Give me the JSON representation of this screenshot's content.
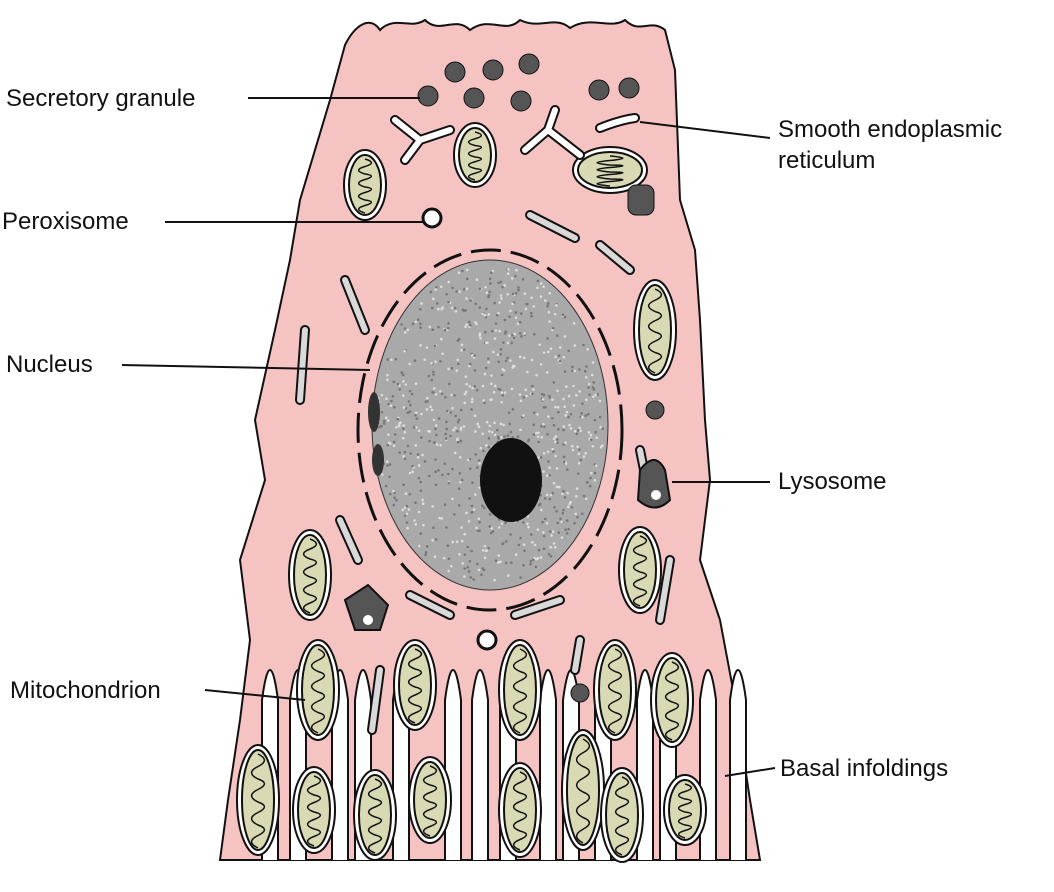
{
  "title": "Epithelial cell diagram",
  "labels": {
    "secretory_granule": "Secretory granule",
    "smooth_er_line1": "Smooth endoplasmic",
    "smooth_er_line2": "reticulum",
    "peroxisome": "Peroxisome",
    "nucleus": "Nucleus",
    "lysosome": "Lysosome",
    "mitochondrion": "Mitochondrion",
    "basal_infoldings": "Basal infoldings"
  },
  "colors": {
    "cytoplasm": "#f5c3c2",
    "mitochondrion": "#d9d9b4",
    "nucleus": "#a9a9a9",
    "nucleolus": "#111111",
    "granule": "#555555",
    "er": "#d9d9d9"
  }
}
